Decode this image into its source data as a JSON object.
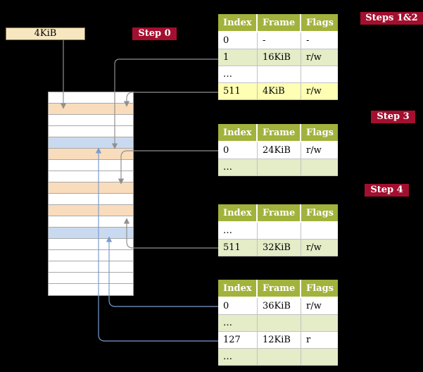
{
  "colors": {
    "background": "#000000",
    "badge_red": "#a30f2f",
    "table_header_olive": "#a2b23c",
    "row_white": "#ffffff",
    "row_green": "#e4ecc8",
    "row_yellow": "#feffb3",
    "mem_white": "#ffffff",
    "mem_peach": "#f9dcbc",
    "mem_blue": "#c9daf0",
    "frame_box_bg": "#f6e7c1",
    "arrow_gray": "#909090",
    "arrow_blue": "#7b9cd0"
  },
  "frame_box": {
    "label": "4KiB"
  },
  "badges": {
    "step0": "Step 0",
    "steps12": "Steps 1&2",
    "step3": "Step 3",
    "step4": "Step 4"
  },
  "tables": [
    {
      "id": "page-table-steps-1-2",
      "headers": [
        "Index",
        "Frame",
        "Flags"
      ],
      "rows": [
        {
          "cells": [
            "0",
            "-",
            "-"
          ],
          "bg": "row_white"
        },
        {
          "cells": [
            "1",
            "16KiB",
            "r/w"
          ],
          "bg": "row_green"
        },
        {
          "cells": [
            "…",
            "",
            ""
          ],
          "bg": "row_white"
        },
        {
          "cells": [
            "511",
            "4KiB",
            "r/w"
          ],
          "bg": "row_yellow"
        }
      ]
    },
    {
      "id": "page-table-step-3",
      "headers": [
        "Index",
        "Frame",
        "Flags"
      ],
      "rows": [
        {
          "cells": [
            "0",
            "24KiB",
            "r/w"
          ],
          "bg": "row_white"
        },
        {
          "cells": [
            "…",
            "",
            ""
          ],
          "bg": "row_green"
        }
      ]
    },
    {
      "id": "page-table-step-4",
      "headers": [
        "Index",
        "Frame",
        "Flags"
      ],
      "rows": [
        {
          "cells": [
            "…",
            "",
            ""
          ],
          "bg": "row_white"
        },
        {
          "cells": [
            "511",
            "32KiB",
            "r/w"
          ],
          "bg": "row_green"
        }
      ]
    },
    {
      "id": "page-table-final",
      "headers": [
        "Index",
        "Frame",
        "Flags"
      ],
      "rows": [
        {
          "cells": [
            "0",
            "36KiB",
            "r/w"
          ],
          "bg": "row_white"
        },
        {
          "cells": [
            "…",
            "",
            ""
          ],
          "bg": "row_green"
        },
        {
          "cells": [
            "127",
            "12KiB",
            "r"
          ],
          "bg": "row_white"
        },
        {
          "cells": [
            "…",
            "",
            ""
          ],
          "bg": "row_green"
        }
      ]
    }
  ],
  "memory": {
    "rows": [
      "mem_white",
      "mem_peach",
      "mem_white",
      "mem_white",
      "mem_blue",
      "mem_peach",
      "mem_white",
      "mem_white",
      "mem_peach",
      "mem_white",
      "mem_peach",
      "mem_white",
      "mem_blue",
      "mem_white",
      "mem_white",
      "mem_white",
      "mem_white",
      "mem_white"
    ]
  }
}
